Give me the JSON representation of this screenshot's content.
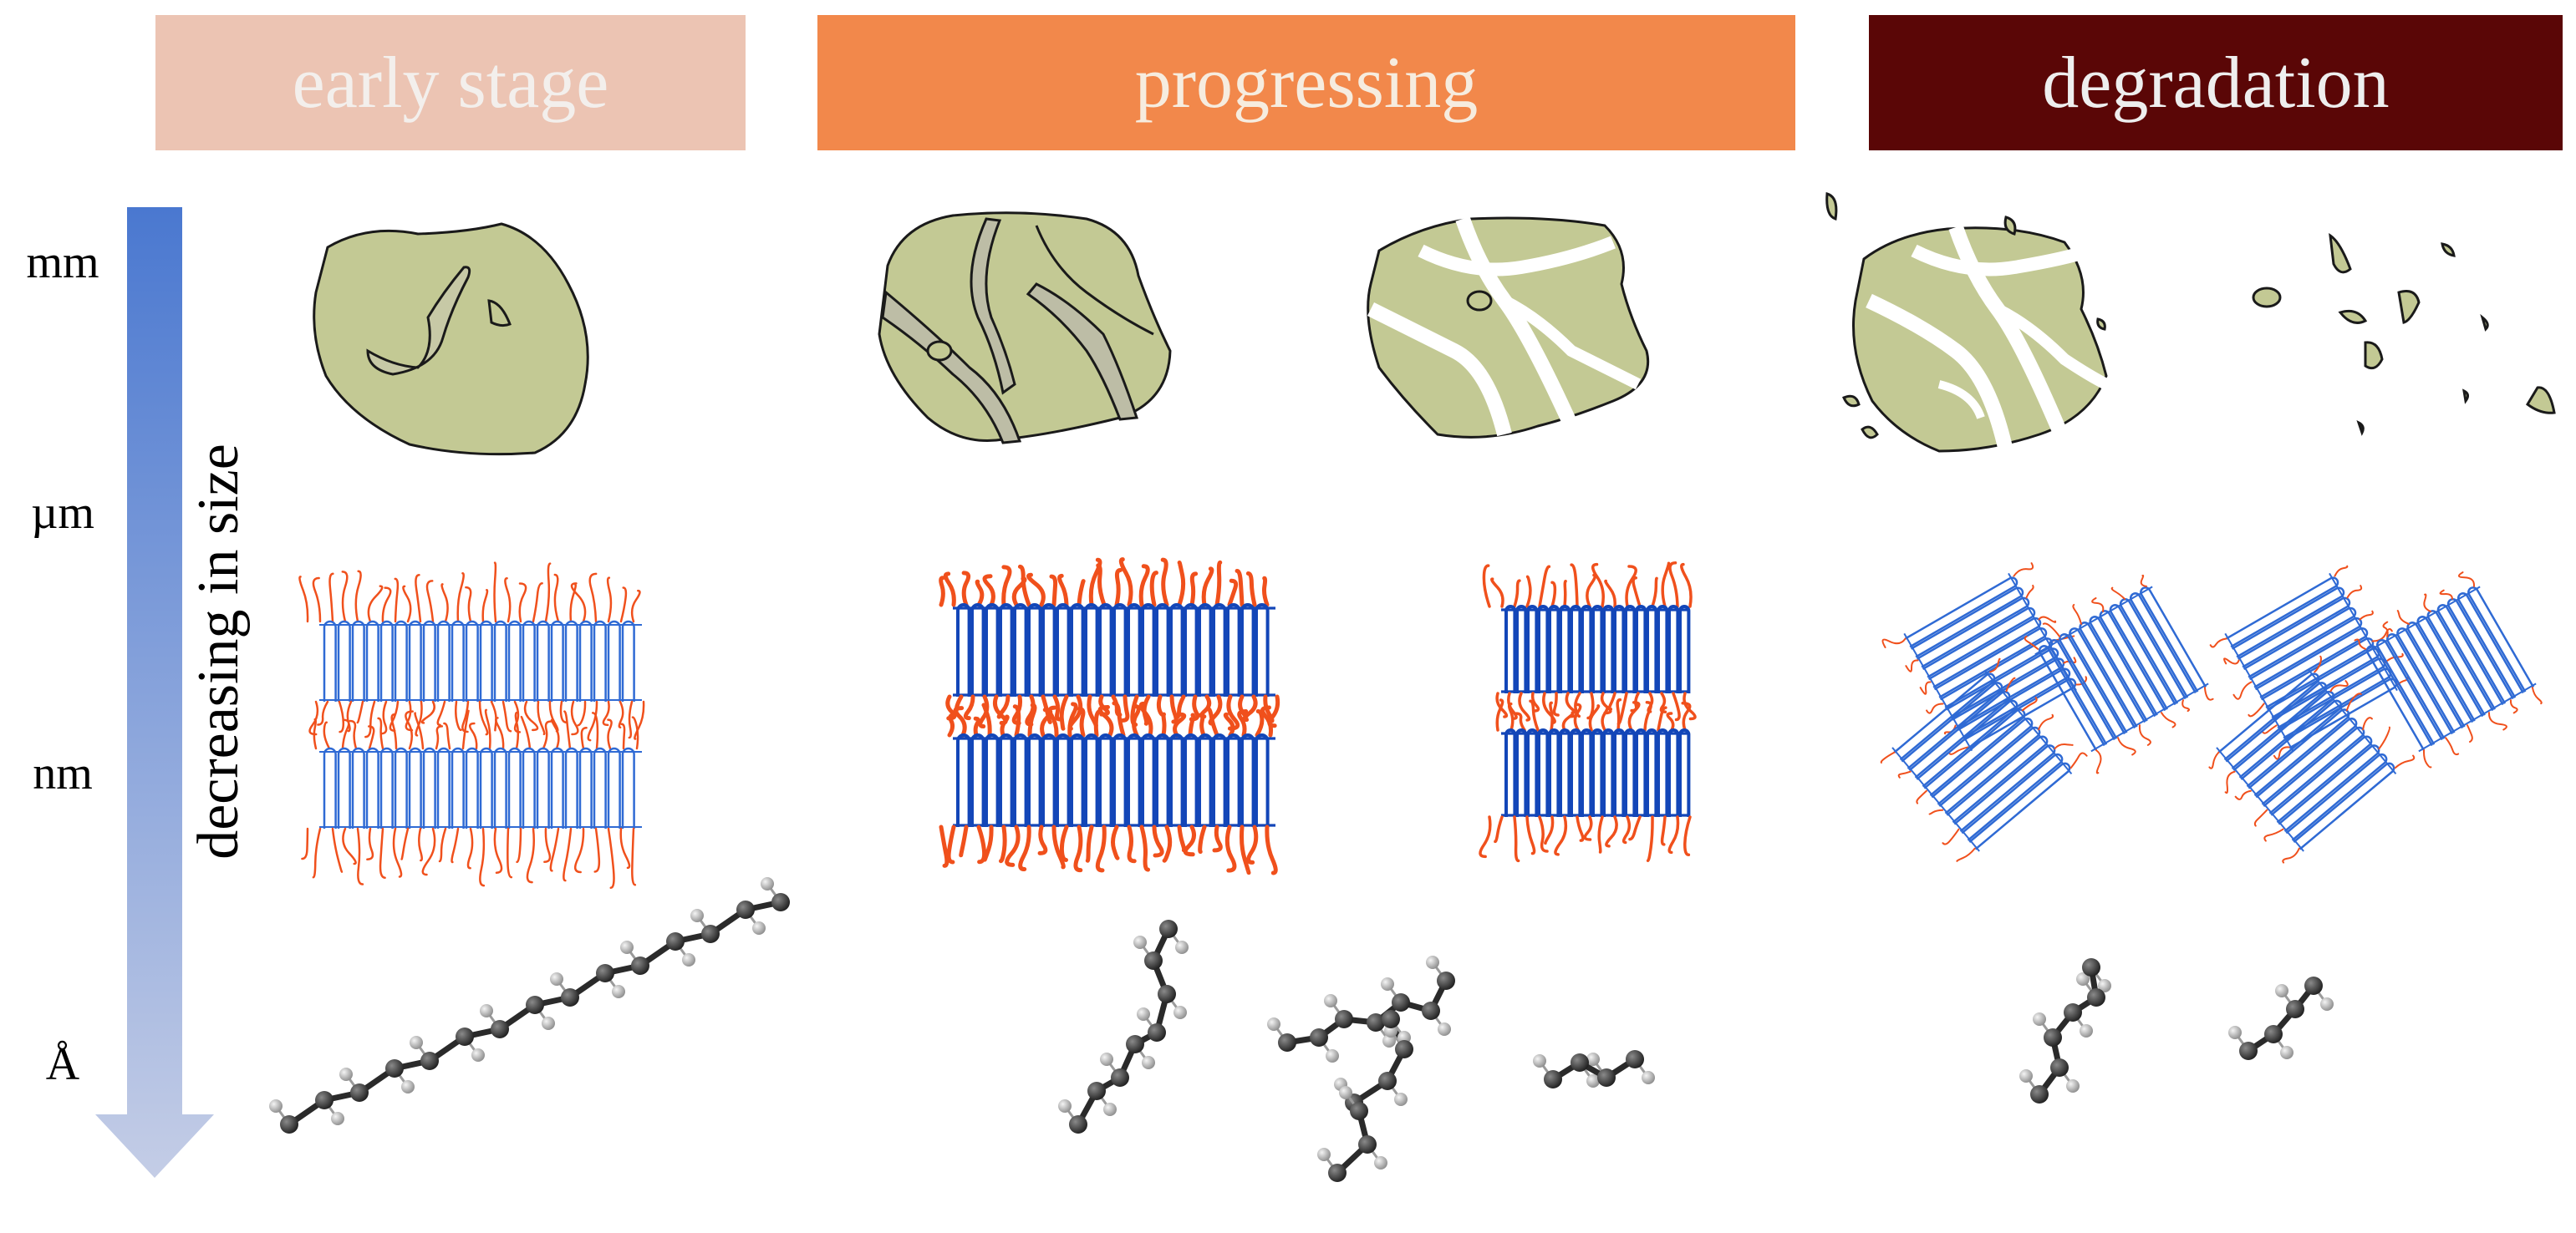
{
  "stages": {
    "early": {
      "label": "early stage",
      "color": "#ecc4b3"
    },
    "progressing": {
      "label": "progressing",
      "color": "#f2884b"
    },
    "degradation": {
      "label": "degradation",
      "color": "#5a0606"
    }
  },
  "scale": {
    "axis_label": "decreasing in size",
    "levels": [
      "mm",
      "µm",
      "nm",
      "Å"
    ]
  },
  "colors": {
    "particle_fill": "#c3c994",
    "outline": "#1a1a1a",
    "lamella_blue_light": "#2f6ad4",
    "lamella_blue_dark": "#1346b8",
    "chain_orange": "#f0501c",
    "atom_carbon": "#3a3a3a",
    "atom_hydrogen": "#c8c8c8",
    "arrow_top": "#4a78d0",
    "arrow_bottom": "#c4cde6"
  }
}
